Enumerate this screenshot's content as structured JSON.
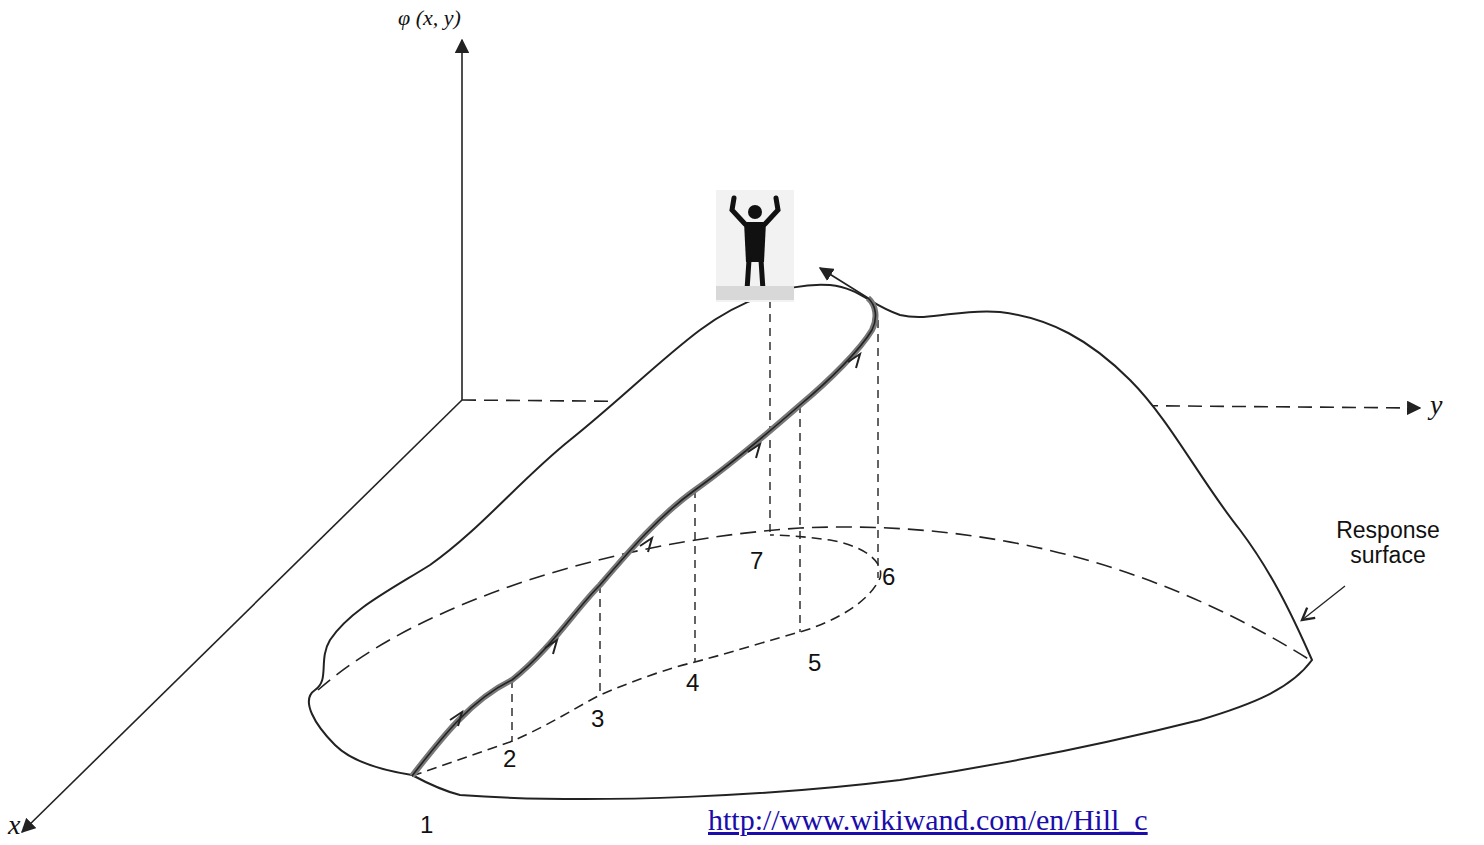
{
  "diagram": {
    "labels": [
      "φ (x, y)",
      "y",
      "x",
      "Response surface",
      "1",
      "2",
      "3",
      "4",
      "5",
      "6",
      "7",
      "http://www.wikiwand.com/en/Hill_c"
    ]
  }
}
